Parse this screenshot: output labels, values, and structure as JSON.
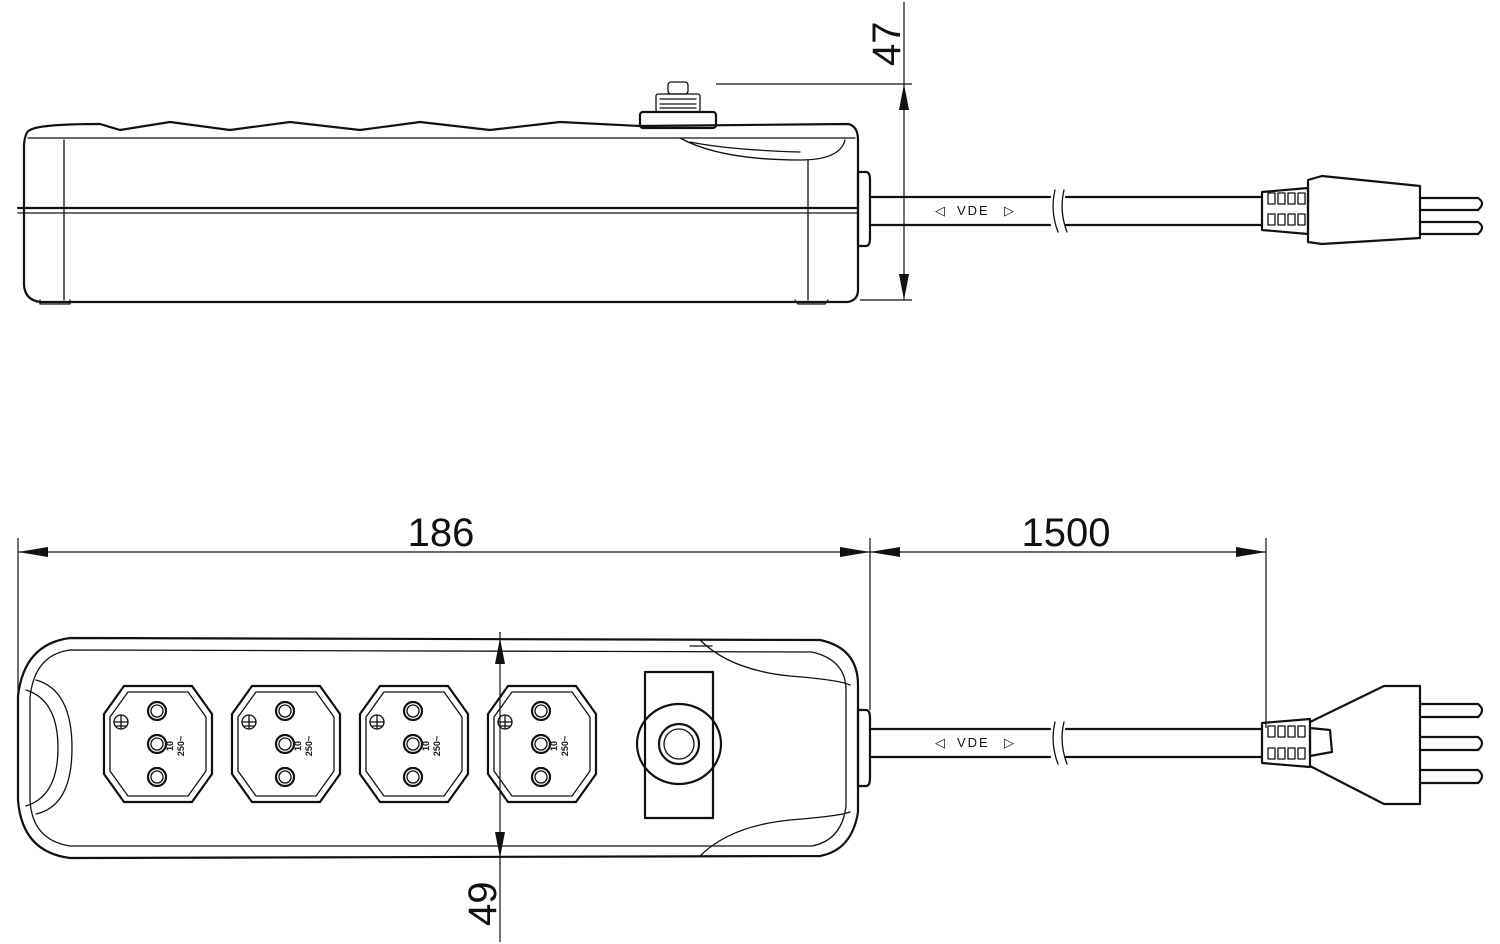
{
  "dimensions": {
    "height_side": "47",
    "length": "186",
    "cable_length": "1500",
    "width_top": "49"
  },
  "cable_marking": {
    "left_mark": "◁",
    "text": "VDE",
    "right_mark": "▷"
  },
  "socket_rating": {
    "current": "10",
    "voltage": "250~"
  },
  "socket_count": 4
}
